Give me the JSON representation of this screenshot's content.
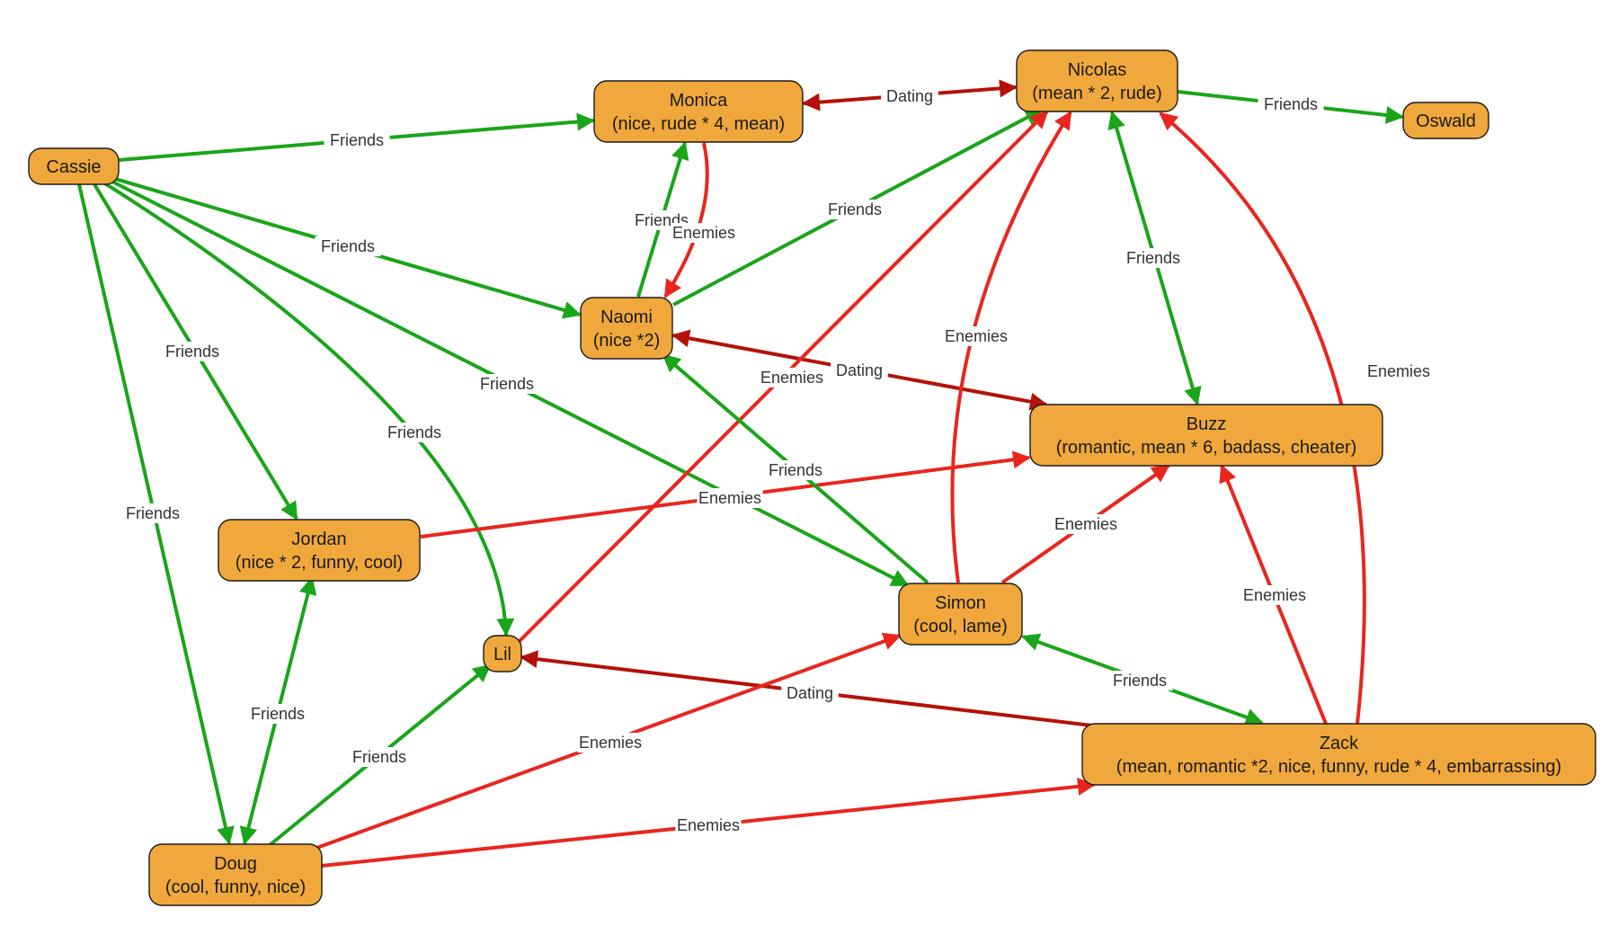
{
  "colors": {
    "friends": "#1aa51a",
    "enemies": "#e8261e",
    "dating": "#b31208",
    "node_fill": "#f0a83c"
  },
  "labels": {
    "friends": "Friends",
    "enemies": "Enemies",
    "dating": "Dating"
  },
  "nodes": [
    {
      "id": "cassie",
      "lines": [
        "Cassie"
      ]
    },
    {
      "id": "monica",
      "lines": [
        "Monica",
        "(nice, rude * 4, mean)"
      ]
    },
    {
      "id": "nicolas",
      "lines": [
        "Nicolas",
        "(mean * 2, rude)"
      ]
    },
    {
      "id": "oswald",
      "lines": [
        "Oswald"
      ]
    },
    {
      "id": "naomi",
      "lines": [
        "Naomi",
        "(nice *2)"
      ]
    },
    {
      "id": "buzz",
      "lines": [
        "Buzz",
        "(romantic, mean * 6, badass, cheater)"
      ]
    },
    {
      "id": "jordan",
      "lines": [
        "Jordan",
        "(nice * 2, funny, cool)"
      ]
    },
    {
      "id": "lil",
      "lines": [
        "Lil"
      ]
    },
    {
      "id": "simon",
      "lines": [
        "Simon",
        "(cool, lame)"
      ]
    },
    {
      "id": "zack",
      "lines": [
        "Zack",
        "(mean, romantic *2, nice, funny, rude * 4, embarrassing)"
      ]
    },
    {
      "id": "doug",
      "lines": [
        "Doug",
        "(cool, funny, nice)"
      ]
    }
  ],
  "edges": [
    {
      "type": "friends",
      "from": "cassie",
      "to": "monica"
    },
    {
      "type": "friends",
      "from": "cassie",
      "to": "naomi"
    },
    {
      "type": "friends",
      "from": "cassie",
      "to": "jordan"
    },
    {
      "type": "friends",
      "from": "cassie",
      "to": "lil"
    },
    {
      "type": "friends",
      "from": "cassie",
      "to": "simon"
    },
    {
      "type": "friends",
      "from": "cassie",
      "to": "doug"
    },
    {
      "type": "dating",
      "from": "monica",
      "to": "nicolas"
    },
    {
      "type": "friends",
      "from": "nicolas",
      "to": "oswald"
    },
    {
      "type": "friends",
      "from": "naomi",
      "to": "monica"
    },
    {
      "type": "enemies",
      "from": "monica",
      "to": "naomi"
    },
    {
      "type": "friends",
      "from": "naomi",
      "to": "nicolas"
    },
    {
      "type": "friends",
      "from": "nicolas",
      "to": "buzz"
    },
    {
      "type": "dating",
      "from": "naomi",
      "to": "buzz"
    },
    {
      "type": "enemies",
      "from": "lil",
      "to": "nicolas"
    },
    {
      "type": "enemies",
      "from": "simon",
      "to": "nicolas"
    },
    {
      "type": "enemies",
      "from": "zack",
      "to": "nicolas"
    },
    {
      "type": "enemies",
      "from": "jordan",
      "to": "buzz"
    },
    {
      "type": "friends",
      "from": "simon",
      "to": "naomi"
    },
    {
      "type": "enemies",
      "from": "simon",
      "to": "buzz"
    },
    {
      "type": "enemies",
      "from": "zack",
      "to": "buzz"
    },
    {
      "type": "friends",
      "from": "simon",
      "to": "zack"
    },
    {
      "type": "dating",
      "from": "zack",
      "to": "lil"
    },
    {
      "type": "friends",
      "from": "doug",
      "to": "jordan"
    },
    {
      "type": "friends",
      "from": "doug",
      "to": "lil"
    },
    {
      "type": "enemies",
      "from": "doug",
      "to": "simon"
    },
    {
      "type": "enemies",
      "from": "doug",
      "to": "zack"
    }
  ]
}
